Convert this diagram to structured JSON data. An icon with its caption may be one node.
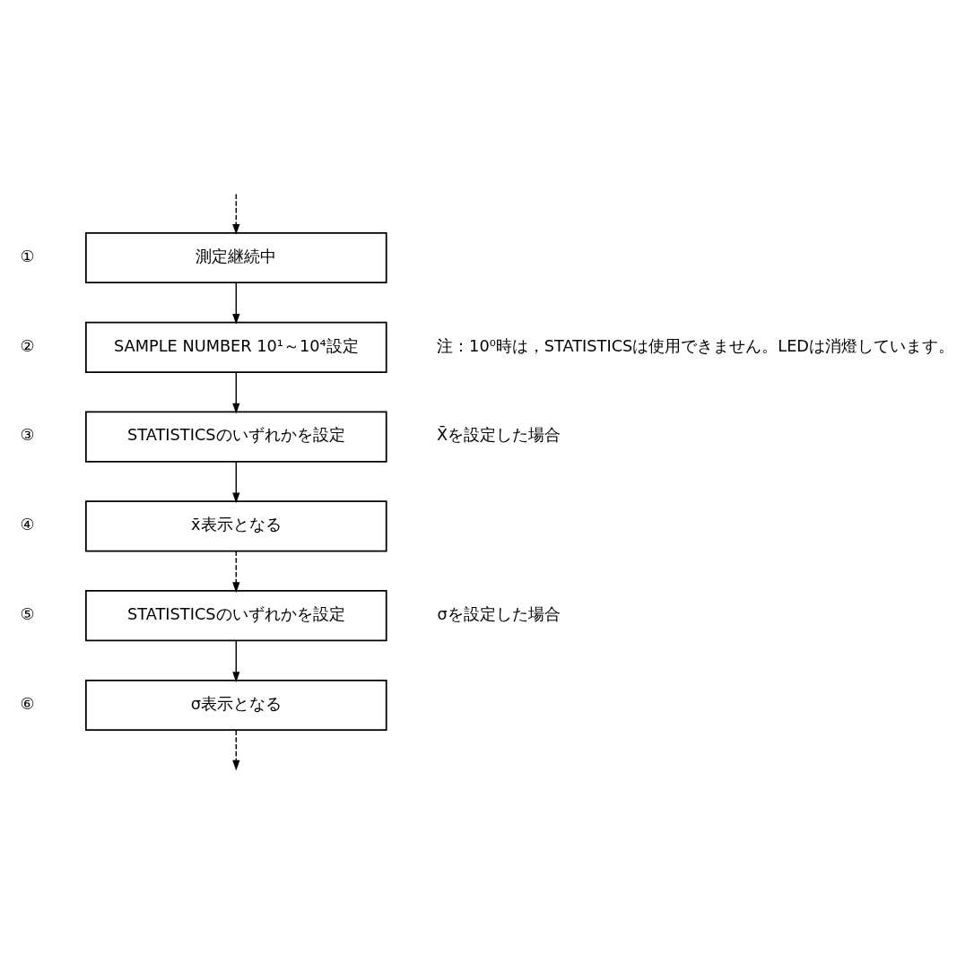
{
  "diagram": {
    "nodes": [
      {
        "text": [
          "測定継続中"
        ],
        "beside": [
          "①"
        ]
      },
      {
        "text": [
          "SAMPLE NUMBER 10¹～10⁴設定"
        ],
        "beside": [
          "②"
        ]
      },
      {
        "text": [
          "STATISTICSのいずれかを設定"
        ],
        "beside": [
          "③"
        ]
      },
      {
        "text": [
          "x̄表示となる"
        ],
        "beside": [
          "④"
        ]
      },
      {
        "text": [
          "STATISTICSのいずれかを設定"
        ],
        "beside": [
          "⑤"
        ]
      },
      {
        "text": [
          "σ表示となる"
        ],
        "beside": [
          "⑥"
        ]
      }
    ],
    "edges": [
      {
        "from": null,
        "to": 0,
        "arrow": "to",
        "style": "dashed"
      },
      {
        "from": 0,
        "to": 1,
        "arrow": "to"
      },
      {
        "from": 1,
        "to": 2,
        "arrow": "to"
      },
      {
        "from": 2,
        "to": 3,
        "arrow": "to"
      },
      {
        "from": 3,
        "to": 4,
        "arrow": "to",
        "style": "dashed"
      },
      {
        "from": 4,
        "to": 5,
        "arrow": "to"
      },
      {
        "from": 5,
        "to": null,
        "arrow": "to",
        "style": "dashed"
      }
    ],
    "labels": [
      "注：10⁰時は，STATISTICSは使用できません。LEDは消燈しています。",
      "X̄を設定した場合",
      "σを設定した場合"
    ]
  }
}
